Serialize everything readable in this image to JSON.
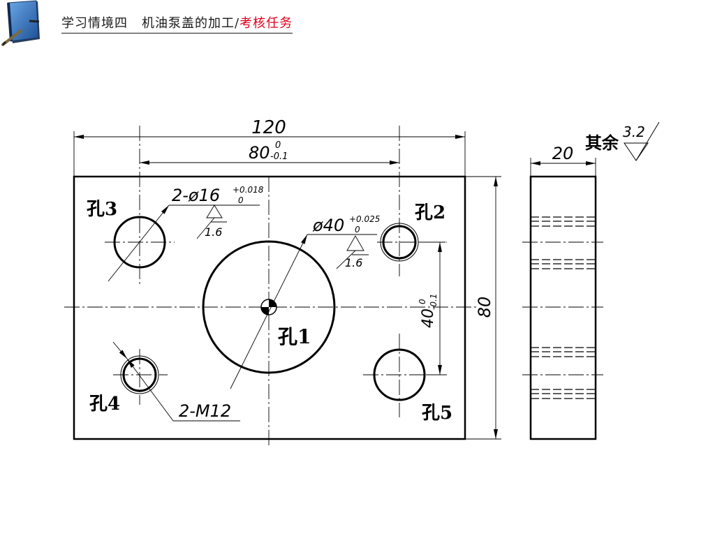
{
  "header": {
    "title_main": "学习情境四",
    "title_sub": "机油泵盖的加工/",
    "title_highlight": "考核任务",
    "accent_color": "#e0001b",
    "logo_icon": "book-with-pen-icon"
  },
  "drawing": {
    "dims": {
      "overall_width": "120",
      "hole_spacing": "80",
      "hole_spacing_tol_upper": "0",
      "hole_spacing_tol_lower": "-0.1",
      "height": "80",
      "vertical_spacing": "40",
      "vertical_spacing_tol_upper": "0",
      "vertical_spacing_tol_lower": "-0.1",
      "thickness": "20"
    },
    "callouts": {
      "small_holes": "2-ø16",
      "small_holes_tol_upper": "+0.018",
      "small_holes_tol_lower": "0",
      "small_holes_roughness": "1.6",
      "center_hole": "ø40",
      "center_hole_tol_upper": "+0.025",
      "center_hole_tol_lower": "0",
      "center_hole_roughness": "1.6",
      "threads": "2-M12"
    },
    "labels": {
      "hole1": "孔1",
      "hole2": "孔2",
      "hole3": "孔3",
      "hole4": "孔4",
      "hole5": "孔5"
    },
    "roughness_note": {
      "text": "其余",
      "value": "3.2"
    }
  }
}
